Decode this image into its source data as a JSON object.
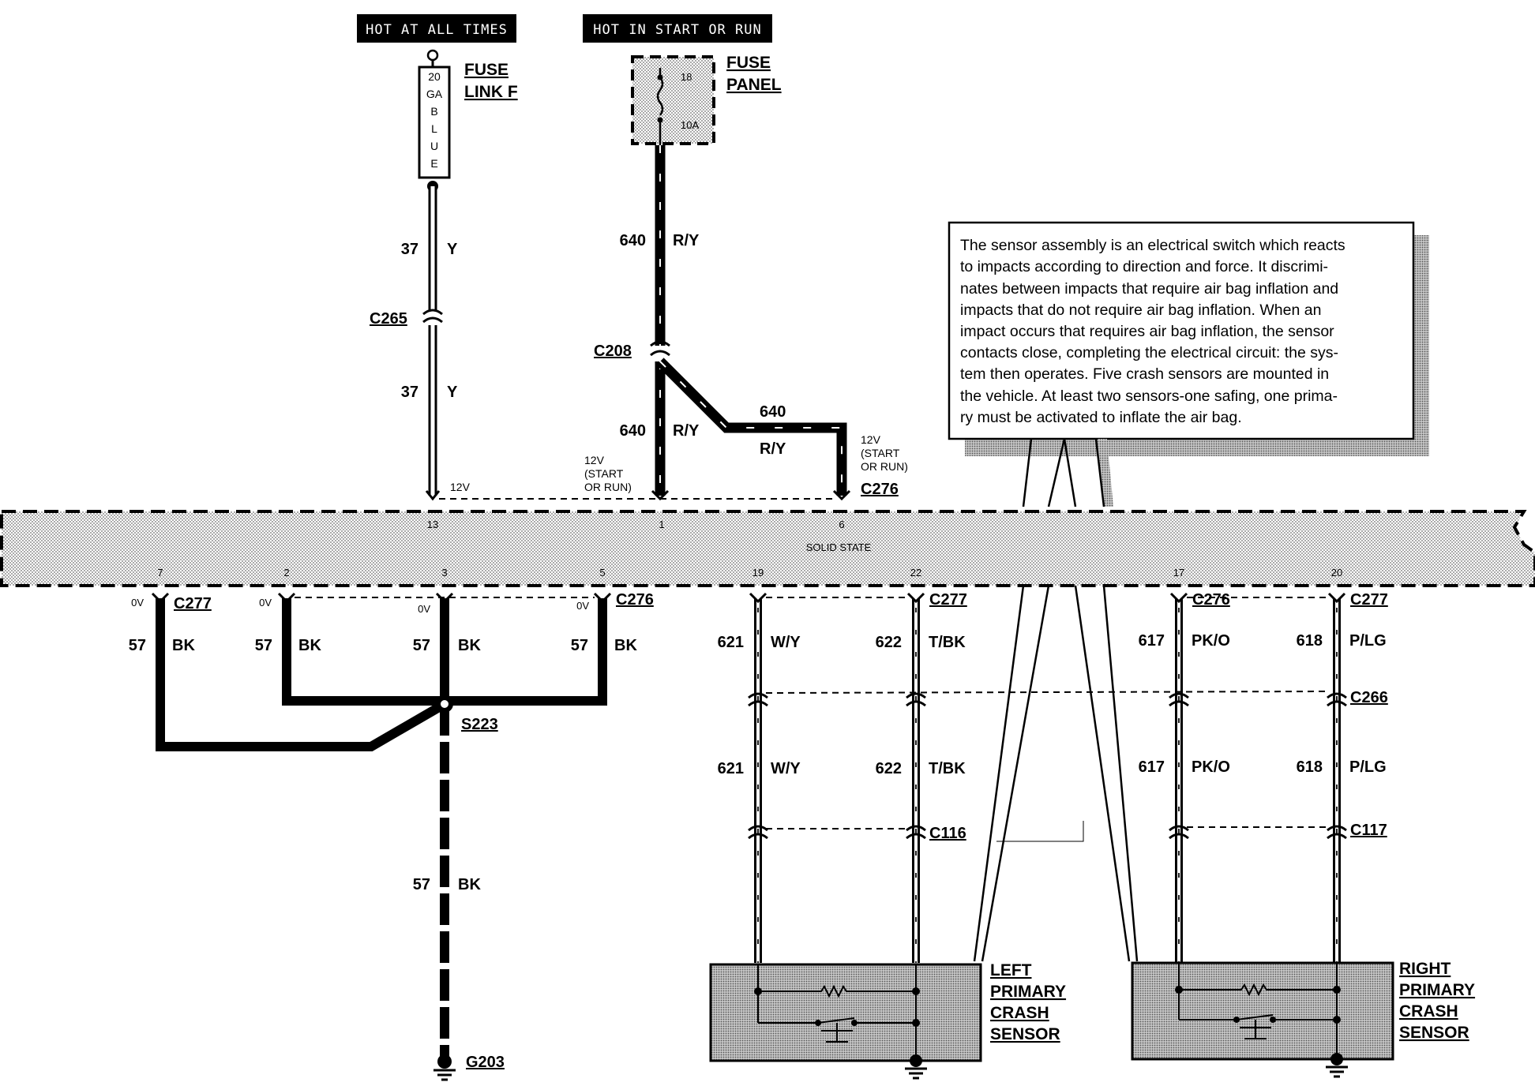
{
  "header_labels": {
    "hot_at_all_times": "HOT AT ALL TIMES",
    "hot_in_start_or_run": "HOT IN START OR RUN"
  },
  "fuse_link": {
    "label_line1": "FUSE",
    "label_line2": "LINK F",
    "gauge_chars": [
      "20",
      "GA",
      "B",
      "L",
      "U",
      "E"
    ]
  },
  "fuse_panel": {
    "label_line1": "FUSE",
    "label_line2": "PANEL",
    "fuse_number": "18",
    "fuse_rating": "10A"
  },
  "circuits": {
    "c37_upper": {
      "number": "37",
      "color": "Y"
    },
    "c37_lower": {
      "number": "37",
      "color": "Y"
    },
    "c640_upper": {
      "number": "640",
      "color": "R/Y"
    },
    "c640_lower": {
      "number": "640",
      "color": "R/Y"
    },
    "c640_branch": {
      "number": "640",
      "color": "R/Y"
    },
    "c57_pin7": {
      "number": "57",
      "color": "BK"
    },
    "c57_pin2": {
      "number": "57",
      "color": "BK"
    },
    "c57_pin3": {
      "number": "57",
      "color": "BK"
    },
    "c57_pin5": {
      "number": "57",
      "color": "BK"
    },
    "c57_ground": {
      "number": "57",
      "color": "BK"
    },
    "c621_upper": {
      "number": "621",
      "color": "W/Y"
    },
    "c621_lower": {
      "number": "621",
      "color": "W/Y"
    },
    "c622_upper": {
      "number": "622",
      "color": "T/BK"
    },
    "c622_lower": {
      "number": "622",
      "color": "T/BK"
    },
    "c617_upper": {
      "number": "617",
      "color": "PK/O"
    },
    "c617_lower": {
      "number": "617",
      "color": "PK/O"
    },
    "c618_upper": {
      "number": "618",
      "color": "P/LG"
    },
    "c618_lower": {
      "number": "618",
      "color": "P/LG"
    }
  },
  "connectors": {
    "c265": "C265",
    "c208": "C208",
    "c276_top": "C276",
    "c277_pin7": "C277",
    "c276_pin5": "C276",
    "c277_pin22": "C277",
    "c276_pin17": "C276",
    "c277_pin20": "C277",
    "c266": "C266",
    "c116": "C116",
    "c117": "C117",
    "s223": "S223",
    "g203": "G203"
  },
  "voltages": {
    "pin13": "12V",
    "pin1_line1": "12V",
    "pin1_line2": "(START",
    "pin1_line3": "OR RUN)",
    "pin6_line1": "12V",
    "pin6_line2": "(START",
    "pin6_line3": "OR RUN)",
    "pin7": "0V",
    "pin2": "0V",
    "pin3": "0V",
    "pin5": "0V"
  },
  "module": {
    "label": "SOLID STATE",
    "top_pins": [
      "13",
      "1",
      "6"
    ],
    "bottom_pins": [
      "7",
      "2",
      "3",
      "5",
      "19",
      "22",
      "17",
      "20"
    ]
  },
  "sensors": {
    "left": [
      "LEFT",
      "PRIMARY",
      "CRASH",
      "SENSOR"
    ],
    "right": [
      "RIGHT",
      "PRIMARY",
      "CRASH",
      "SENSOR"
    ]
  },
  "note": {
    "lines": [
      "The sensor assembly is an electrical switch which reacts",
      "to impacts according to direction and force.  It discrimi-",
      "nates between impacts that require air bag inflation and",
      "impacts that do not require air bag inflation. When an",
      "impact occurs that requires air bag inflation, the sensor",
      "contacts close, completing the electrical circuit: the sys-",
      "tem then operates. Five crash sensors are mounted in",
      "the vehicle. At least two sensors-one safing, one prima-",
      "ry must be activated to inflate the air bag."
    ]
  }
}
